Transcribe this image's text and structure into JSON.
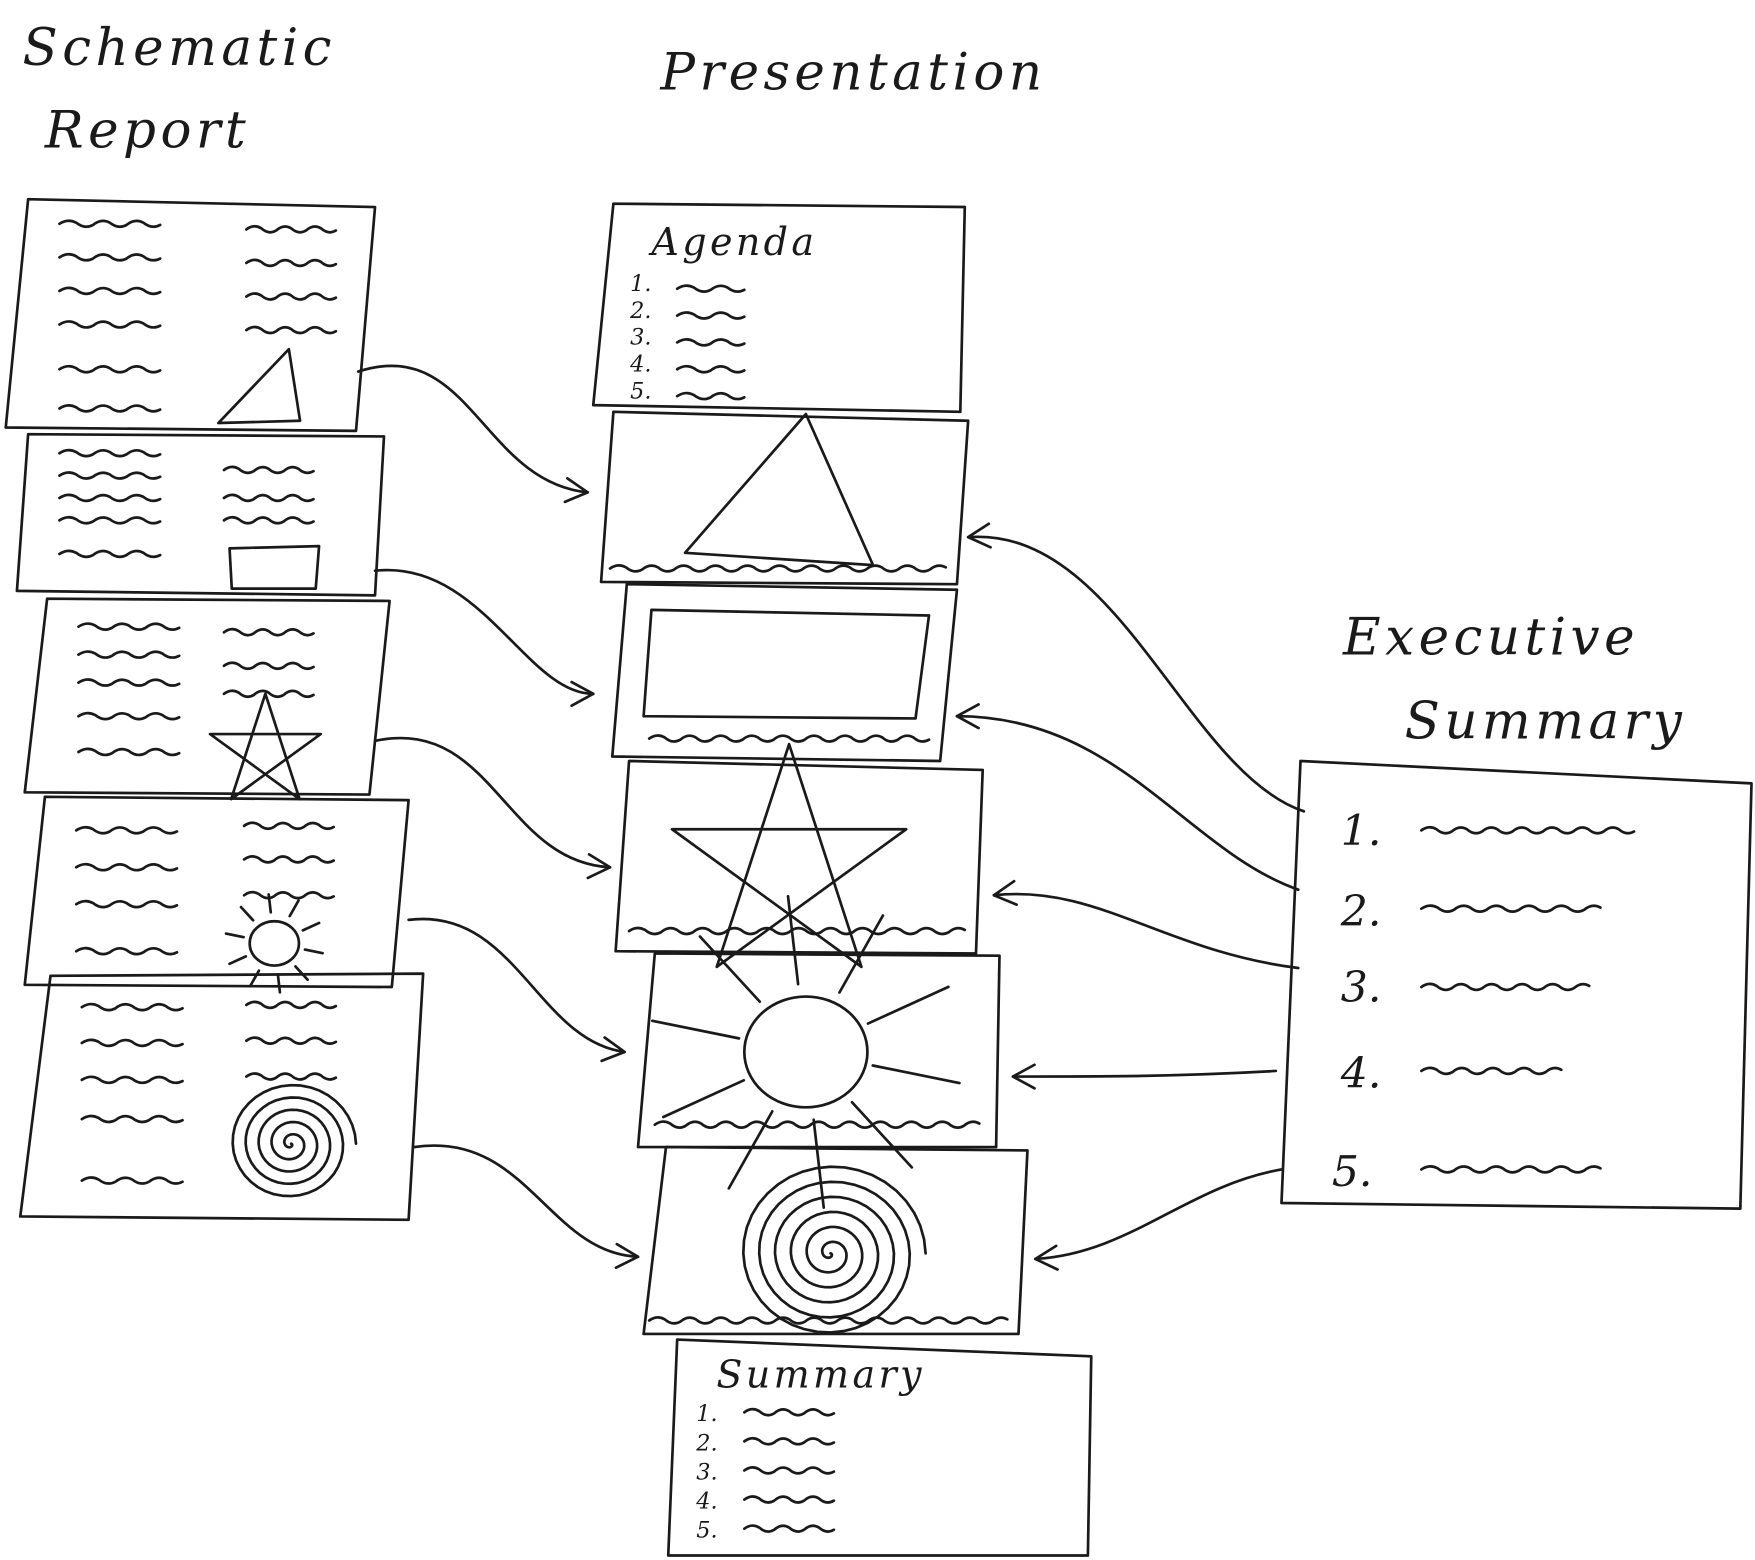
{
  "titles": {
    "schematic_line1": "Schematic",
    "schematic_line2": "Report",
    "presentation": "Presentation",
    "executive_line1": "Executive",
    "executive_line2": "Summary"
  },
  "agenda": {
    "heading": "Agenda",
    "items": [
      "1.",
      "2.",
      "3.",
      "4.",
      "5."
    ]
  },
  "summary_slide": {
    "heading": "Summary",
    "items": [
      "1.",
      "2.",
      "3.",
      "4.",
      "5."
    ]
  },
  "executive_summary": {
    "items": [
      "1.",
      "2.",
      "3.",
      "4.",
      "5."
    ]
  },
  "shapes": [
    "triangle",
    "rectangle",
    "star",
    "sun",
    "spiral"
  ],
  "colors": {
    "ink": "#1a1a1a",
    "paper": "#ffffff"
  }
}
